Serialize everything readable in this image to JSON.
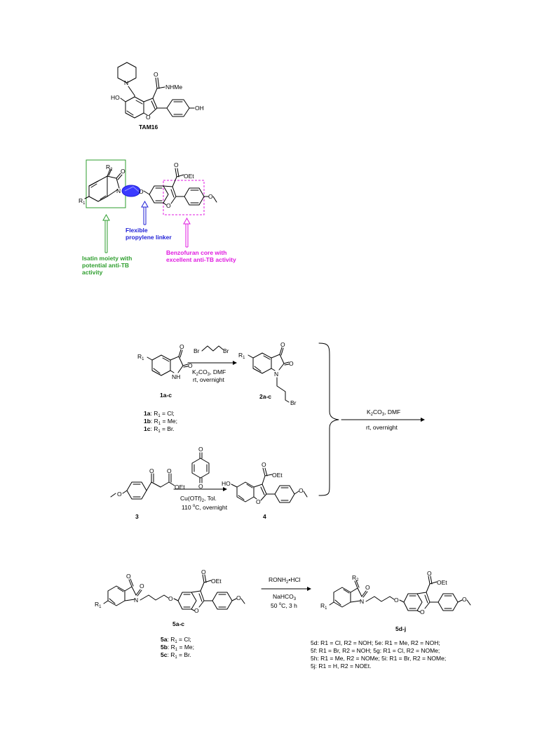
{
  "colors": {
    "green": "#2e9e2e",
    "blue": "#1f1fd6",
    "magenta": "#e019e0",
    "linker_fill": "#3a3aff"
  },
  "tam16": {
    "caption": "TAM16",
    "nhme": "NHMe",
    "oh_left": "HO",
    "oh_right": "OH",
    "o_ring": "O",
    "o_carbonyl": "O",
    "n": "N"
  },
  "design": {
    "r2": "R",
    "r2_sub": "2",
    "r1": "R",
    "r1_sub": "1",
    "o": "O",
    "n": "N",
    "oet": "OEt",
    "ester_o": "O",
    "ether_o": "O",
    "furan_o": "O",
    "ome_o": "O",
    "green_label": [
      "Isatin moiety with",
      "potential anti-TB",
      "activity"
    ],
    "blue_label": [
      "Flexible",
      "propylene linker"
    ],
    "magenta_label": [
      "Benzofuran core with",
      "excellent anti-TB activity"
    ]
  },
  "scheme1": {
    "r1": "R",
    "r1_sub": "1",
    "o": "O",
    "nh": "NH",
    "n": "N",
    "br": "Br",
    "label_1": "1a-c",
    "label_2": "2a-c",
    "label_3": "3",
    "label_4": "4",
    "reagent_br_left": "Br",
    "reagent_br_right": "Br",
    "cond_1a": "K",
    "cond_1a_sub": "2",
    "cond_1b": "CO",
    "cond_1b_sub": "3",
    "cond_1c": ", DMF",
    "cond_1_line2": "rt, overnight",
    "list_1a_bold": "1a",
    "list_1a_rest": ": R",
    "list_1a_sub": "1",
    "list_1a_end": " = Cl;",
    "list_1b_bold": "1b",
    "list_1b_rest": ": R",
    "list_1b_sub": "1",
    "list_1b_end": " = Me;",
    "list_1c_bold": "1c",
    "list_1c_rest": ": R",
    "list_1c_sub": "1",
    "list_1c_end": " = Br.",
    "oet": "OEt",
    "ho": "HO",
    "cond_2a": "Cu(OTf)",
    "cond_2a_sub": "2",
    "cond_2b": ", Tol.",
    "cond_2_line2": "110 ",
    "cond_2_sup": "o",
    "cond_2_end": "C, overnight",
    "main_cond_a": "K",
    "main_cond_a_sub": "2",
    "main_cond_b": "CO",
    "main_cond_b_sub": "3",
    "main_cond_c": ", DMF",
    "main_cond_line2": "rt, overnight"
  },
  "scheme2": {
    "o": "O",
    "n": "N",
    "r1": "R",
    "r1_sub": "1",
    "r2": "R",
    "r2_sub": "2",
    "oet": "OEt",
    "label_5": "5a-c",
    "label_5dj": "5d-j",
    "cond_1": "RONH",
    "cond_1_sub": "2",
    "cond_1_end": "•HCl",
    "cond_2": "NaHCO",
    "cond_2_sub": "3",
    "cond_3": "50 ",
    "cond_3_sup": "o",
    "cond_3_end": "C, 3 h",
    "list_5": [
      {
        "bold": "5a",
        "rest": ": R",
        "sub": "1",
        "end": " = Cl;"
      },
      {
        "bold": "5b",
        "rest": ": R",
        "sub": "1",
        "end": " = Me;"
      },
      {
        "bold": "5c",
        "rest": ": R",
        "sub": "1",
        "end": " = Br."
      }
    ],
    "list_5dj": [
      "5d: R1 = Cl, R2 = NOH; 5e: R1 = Me, R2 = NOH;",
      "5f: R1 = Br, R2 = NOH; 5g: R1 = Cl, R2 = NOMe;",
      "5h: R1 = Me, R2 = NOMe; 5i: R1 = Br, R2 = NOMe;",
      "5j: R1 = H, R2 = NOEt."
    ]
  }
}
